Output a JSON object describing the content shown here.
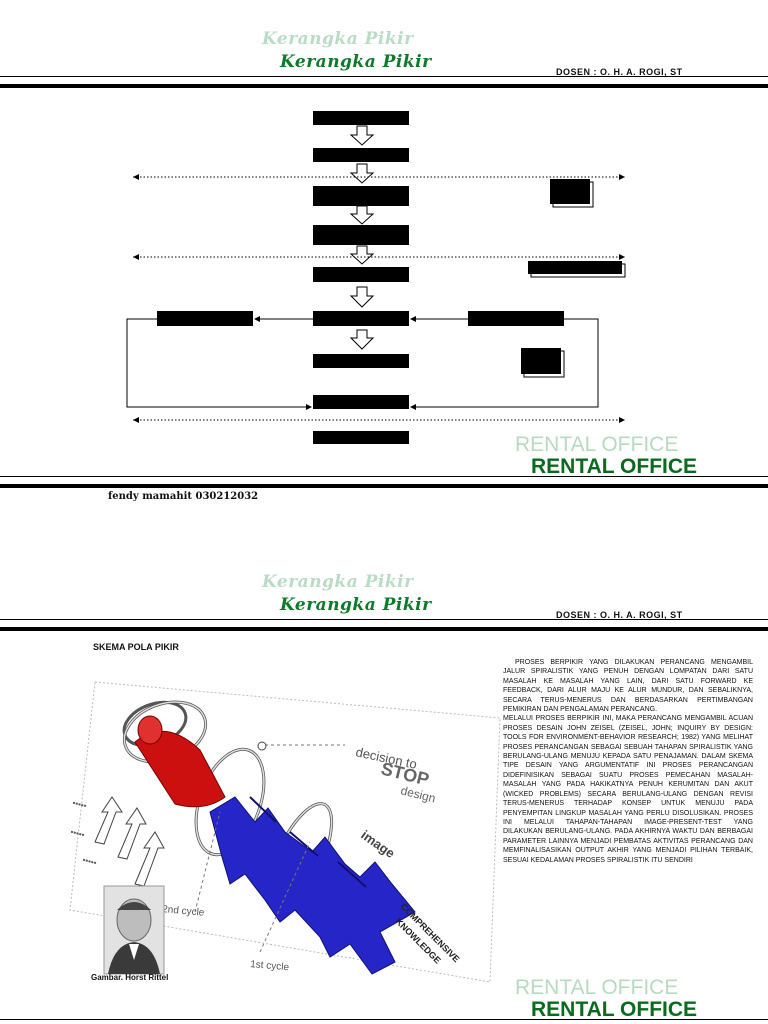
{
  "page1": {
    "header": {
      "title_shadow": "Kerangka Pikir",
      "title": "Kerangka Pikir",
      "dosen": "DOSEN : O. H. A. ROGI, ST"
    },
    "watermark": {
      "shadow": "RENTAL OFFICE",
      "main": "RENTAL OFFICE"
    },
    "footer": {
      "author": "fendy mamahit 030212032"
    }
  },
  "page2": {
    "header": {
      "title_shadow": "Kerangka Pikir",
      "title": "Kerangka Pikir",
      "dosen": "DOSEN : O. H. A. ROGI, ST"
    },
    "heading": "SKEMA POLA PIKIR",
    "paragraphs": [
      "PROSES BERPIKIR YANG DILAKUKAN PERANCANG MENGAMBIL JALUR SPIRALISTIK YANG PENUH DENGAN LOMPATAN DARI SATU MASALAH KE MASALAH YANG LAIN, DARI SATU FORWARD KE FEEDBACK, DARI ALUR MAJU KE ALUR MUNDUR, DAN SEBALIKNYA, SECARA TERUS-MENERUS DAN BERDASARKAN PERTIMBANGAN PEMIKIRAN DAN PENGALAMAN PERANCANG.",
      "MELALUI PROSES BERPIKIR INI, MAKA PERANCANG MENGAMBIL ACUAN PROSES DESAIN JOHN ZEISEL (ZEISEL, JOHN; INQUIRY BY DESIGN: TOOLS FOR ENVIRONMENT-BEHAVIOR RESEARCH; 1982) YANG MELIHAT PROSES PERANCANGAN SEBAGAI SEBUAH TAHAPAN SPIRALISTIK YANG BERULANG-ULANG MENUJU KEPADA SATU PENAJAMAN. DALAM SKEMA TIPE DESAIN YANG ARGUMENTATIF INI PROSES PERANCANGAN DIDEFINISIKAN SEBAGAI SUATU PROSES PEMECAHAN MASALAH-MASALAH YANG PADA HAKIKATNYA PENUH KERUMITAN DAN AKUT (WICKED PROBLEMS) SECARA BERULANG-ULANG DENGAN REVISI TERUS-MENERUS TERHADAP KONSEP UNTUK MENUJU PADA PENYEMPITAN LINGKUP MASALAH YANG PERLU DISOLUSIKAN. PROSES INI MELALUI TAHAPAN-TAHAPAN IMAGE-PRESENT-TEST YANG DILAKUKAN BERULANG-ULANG. PADA AKHIRNYA WAKTU DAN BERBAGAI PARAMETER LAINNYA MENJADI PEMBATAS AKTIVITAS PERANCANG DAN MEMFINALISASIKAN OUTPUT AKHIR YANG MENJADI PILIHAN TERBAIK, SESUAI KEDALAMAN PROSES SPIRALISTIK ITU SENDIRI"
    ],
    "diagram_labels": {
      "decision": "decision to",
      "stop": "STOP",
      "design": "design",
      "image": "image",
      "comprehensive": "COMPREHENSIVE",
      "knowledge": "KNOWLEDGE",
      "second_cycle": "2nd cycle",
      "first_cycle": "1st cycle"
    },
    "caption": "Gambar. Horst Rittel",
    "watermark": {
      "shadow": "RENTAL OFFICE",
      "main": "RENTAL OFFICE"
    }
  },
  "colors": {
    "title_green": "#0d7a2c",
    "title_shadow": "#b9dcc6",
    "rental_green": "#0a6b1e",
    "rental_shadow": "#b7dac0",
    "spiral_red": "#cc1010",
    "arrow_blue": "#2626c8"
  }
}
